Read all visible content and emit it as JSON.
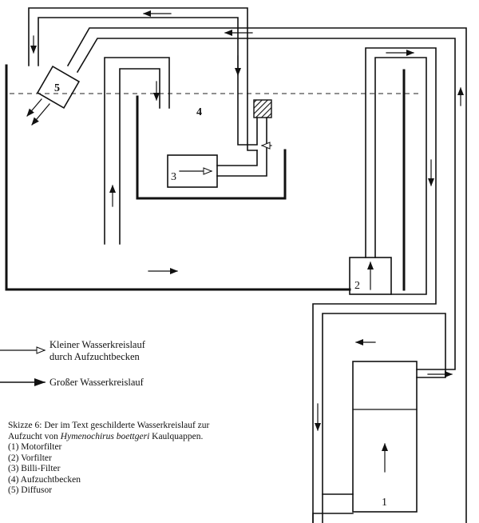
{
  "labels": {
    "diffuser": "5",
    "rearing_tank": "4",
    "billi_filter": "3",
    "prefilter": "2",
    "motor_filter": "1"
  },
  "legend": {
    "small_cycle_line1": "Kleiner Wasserkreislauf",
    "small_cycle_line2": "durch Aufzuchtbecken",
    "large_cycle": "Großer Wasserkreislauf"
  },
  "caption": {
    "line1": "Skizze 6: Der im Text geschilderte Wasserkreislauf zur",
    "line2_pre": "Aufzucht von ",
    "line2_species": "Hymenochirus boettgeri",
    "line2_post": " Kaulquappen.",
    "items": [
      "(1) Motorfilter",
      "(2) Vorfilter",
      "(3) Billi-Filter",
      "(4) Aufzuchtbecken",
      "(5) Diffusor"
    ]
  }
}
